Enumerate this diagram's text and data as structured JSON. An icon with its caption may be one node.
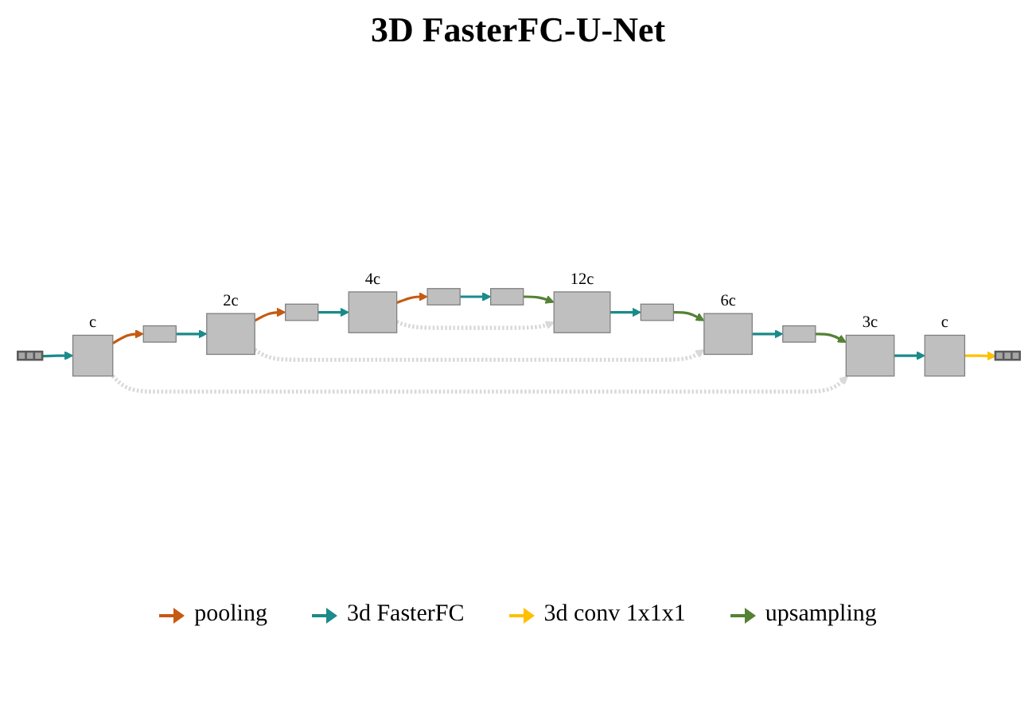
{
  "diagram": {
    "title": "3D FasterFC-U-Net",
    "nodes": [
      {
        "text": [],
        "shape": "bar"
      },
      {
        "text": [],
        "shape": "box",
        "beside": [
          "c"
        ]
      },
      {
        "text": [],
        "shape": "box"
      },
      {
        "text": [],
        "shape": "box",
        "beside": [
          "2c"
        ]
      },
      {
        "text": [],
        "shape": "box"
      },
      {
        "text": [],
        "shape": "box",
        "beside": [
          "4c"
        ]
      },
      {
        "text": [],
        "shape": "box"
      },
      {
        "text": [],
        "shape": "box"
      },
      {
        "text": [],
        "shape": "box",
        "beside": [
          "12c"
        ]
      },
      {
        "text": [],
        "shape": "box"
      },
      {
        "text": [],
        "shape": "box",
        "beside": [
          "6c"
        ]
      },
      {
        "text": [],
        "shape": "box"
      },
      {
        "text": [],
        "shape": "box",
        "beside": [
          "3c"
        ]
      },
      {
        "text": [],
        "shape": "box",
        "beside": [
          "c"
        ]
      },
      {
        "text": [],
        "shape": "bar"
      }
    ],
    "edges": [
      {
        "from": 0,
        "to": 1,
        "arrow": "to"
      },
      {
        "from": 1,
        "to": 2,
        "arrow": "to",
        "color": "#c55a11"
      },
      {
        "from": 2,
        "to": 3,
        "arrow": "to"
      },
      {
        "from": 3,
        "to": 4,
        "arrow": "to",
        "color": "#c55a11"
      },
      {
        "from": 4,
        "to": 5,
        "arrow": "to"
      },
      {
        "from": 5,
        "to": 6,
        "arrow": "to",
        "color": "#c55a11"
      },
      {
        "from": 6,
        "to": 7,
        "arrow": "to"
      },
      {
        "from": 7,
        "to": 8,
        "arrow": "to",
        "color": "#548235"
      },
      {
        "from": 5,
        "to": 8,
        "arrow": "to",
        "style": "dashed",
        "color": "#d9d9d9"
      },
      {
        "from": 8,
        "to": 9,
        "arrow": "to"
      },
      {
        "from": 9,
        "to": 10,
        "arrow": "to",
        "color": "#548235"
      },
      {
        "from": 3,
        "to": 10,
        "arrow": "to",
        "style": "dashed",
        "color": "#d9d9d9"
      },
      {
        "from": 10,
        "to": 11,
        "arrow": "to"
      },
      {
        "from": 11,
        "to": 12,
        "arrow": "to",
        "color": "#548235"
      },
      {
        "from": 1,
        "to": 12,
        "arrow": "to",
        "style": "dashed",
        "color": "#d9d9d9"
      },
      {
        "from": 12,
        "to": 13,
        "arrow": "to"
      },
      {
        "from": 13,
        "to": 14,
        "arrow": "to",
        "color": "#ffc000"
      }
    ],
    "legend": [
      {
        "text": "pooling",
        "color": "#c55a11"
      },
      {
        "text": "3d FasterFC",
        "color": "#1a8a8a"
      },
      {
        "text": "3d conv 1x1x1",
        "color": "#ffc000"
      },
      {
        "text": "upsampling",
        "color": "#548235"
      }
    ]
  }
}
